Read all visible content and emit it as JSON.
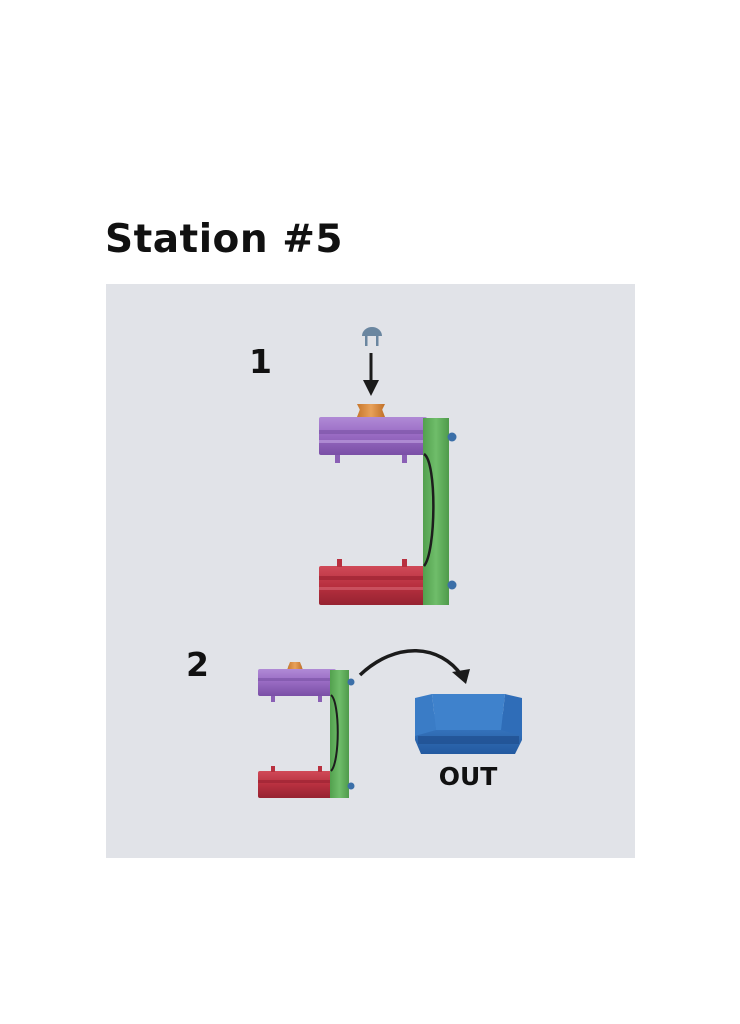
{
  "title": "Station #5",
  "steps": [
    {
      "number": "1"
    },
    {
      "number": "2"
    }
  ],
  "out_label": "OUT",
  "colors": {
    "panel": "#e1e3e8",
    "top_plate": "#9a6cc4",
    "bottom_plate": "#b8303f",
    "frame": "#5fae5b",
    "pin": "#3b6fa8",
    "cone": "#d98a3c",
    "bin": "#2f6db8",
    "arrow": "#1b1b1b"
  },
  "icons": [
    "rivet-icon",
    "down-arrow-icon",
    "curved-arrow-icon",
    "out-bin-icon"
  ]
}
